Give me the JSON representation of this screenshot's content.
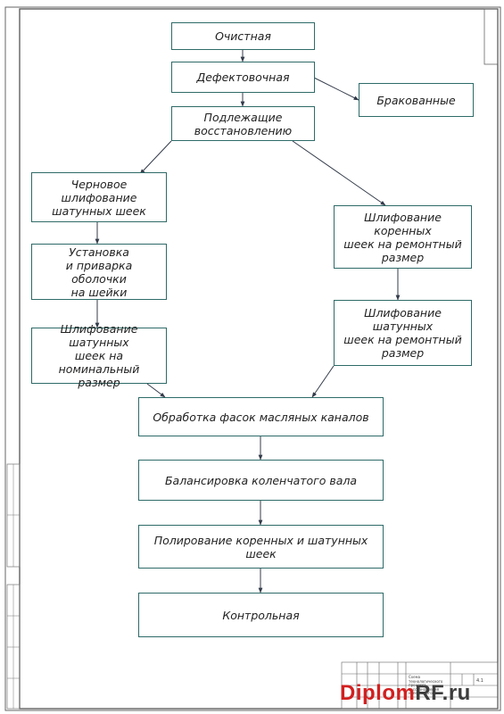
{
  "flowchart": {
    "nodes": [
      {
        "id": "n1",
        "label": "Очистная"
      },
      {
        "id": "n2",
        "label": "Дефектовочная"
      },
      {
        "id": "n3",
        "label": "Бракованные"
      },
      {
        "id": "n4",
        "label": "Подлежащие\nвосстановлению"
      },
      {
        "id": "n5",
        "label": "Черновое шлифование\nшатунных шеек"
      },
      {
        "id": "n6",
        "label": "Установка\nи приварка оболочки\nна шейки"
      },
      {
        "id": "n7",
        "label": "Шлифование шатунных\nшеек на номинальный\nразмер"
      },
      {
        "id": "n8",
        "label": "Шлифование коренных\nшеек на ремонтный\nразмер"
      },
      {
        "id": "n9",
        "label": "Шлифование шатунных\nшеек на ремонтный\nразмер"
      },
      {
        "id": "n10",
        "label": "Обработка фасок масляных каналов"
      },
      {
        "id": "n11",
        "label": "Балансировка коленчатого вала"
      },
      {
        "id": "n12",
        "label": "Полирование коренных и шатунных\nшеек"
      },
      {
        "id": "n13",
        "label": "Контрольная"
      }
    ],
    "edges": [
      [
        "n1",
        "n2"
      ],
      [
        "n2",
        "n3"
      ],
      [
        "n2",
        "n4"
      ],
      [
        "n4",
        "n5"
      ],
      [
        "n4",
        "n8"
      ],
      [
        "n5",
        "n6"
      ],
      [
        "n6",
        "n7"
      ],
      [
        "n8",
        "n9"
      ],
      [
        "n7",
        "n10"
      ],
      [
        "n9",
        "n10"
      ],
      [
        "n10",
        "n11"
      ],
      [
        "n11",
        "n12"
      ],
      [
        "n12",
        "n13"
      ]
    ]
  },
  "title_block": {
    "doc_code": "4.1",
    "title": "Схема технологического процесса восстановления коленчатого вала"
  },
  "watermark": {
    "part1": "Diplom",
    "part2": "RF.ru"
  },
  "colors": {
    "box_border": "#2e6b68",
    "arrow": "#333b4a",
    "frame": "#555555",
    "logo_red": "#d21f1f"
  }
}
